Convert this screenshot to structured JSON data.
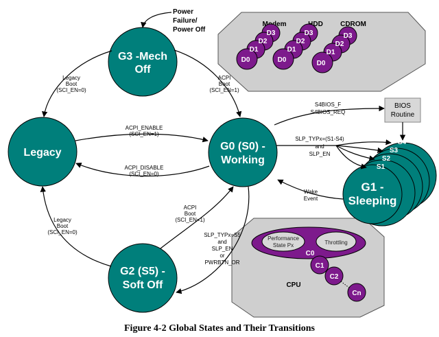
{
  "nodes": {
    "g3": [
      "G3 -Mech",
      "Off"
    ],
    "legacy": "Legacy",
    "g0": [
      "G0 (S0) -",
      "Working"
    ],
    "g2": [
      "G2 (S5) -",
      "Soft Off"
    ],
    "g1": [
      "G1 -",
      "Sleeping"
    ]
  },
  "power_failure": [
    "Power",
    "Failure/",
    "Power Off"
  ],
  "edges": {
    "g3_to_legacy": [
      "Legacy",
      "Boot",
      "(SCI_EN=0)"
    ],
    "g3_to_g0": [
      "ACPI",
      "Boot",
      "(SCI_EN=1)"
    ],
    "acpi_enable": [
      "ACPI_ENABLE",
      "(SCI_EN=1)"
    ],
    "acpi_disable": [
      "ACPI_DISABLE",
      "(SCI_EN=0)"
    ],
    "g2_to_legacy": [
      "Legacy",
      "Boot",
      "(SCI_EN=0)"
    ],
    "g2_to_g0": [
      "ACPI",
      "Boot",
      "(SCI_EN=1)"
    ],
    "g0_to_g2": [
      "SLP_TYPx=S5",
      "and",
      "SLP_EN",
      "or",
      "PWRBTN_OR"
    ],
    "s4bios": [
      "S4BIOS_F",
      "S4BIOS_REQ"
    ],
    "slp": [
      "SLP_TYPx=(S1-S4)",
      "and",
      "SLP_EN"
    ],
    "wake": [
      "Wake",
      "Event"
    ]
  },
  "bios_routine": [
    "BIOS",
    "Routine"
  ],
  "devices": {
    "names": [
      "Modem",
      "HDD",
      "CDROM"
    ],
    "states": [
      "D3",
      "D2",
      "D1",
      "D0"
    ]
  },
  "sleep_states": [
    "S4",
    "S3",
    "S2",
    "S1"
  ],
  "cpu": {
    "label": "CPU",
    "perf": [
      "Performance",
      "State Px"
    ],
    "throttling": "Throttling",
    "cstates": [
      "C0",
      "C1",
      "C2",
      "Cn"
    ]
  },
  "caption": "Figure 4-2   Global States and Their Transitions",
  "colors": {
    "teal": "#007f7b",
    "purple": "#7d1a8c",
    "gray_panel": "#cfcfcf",
    "gray_inner": "#d8d8d8"
  }
}
